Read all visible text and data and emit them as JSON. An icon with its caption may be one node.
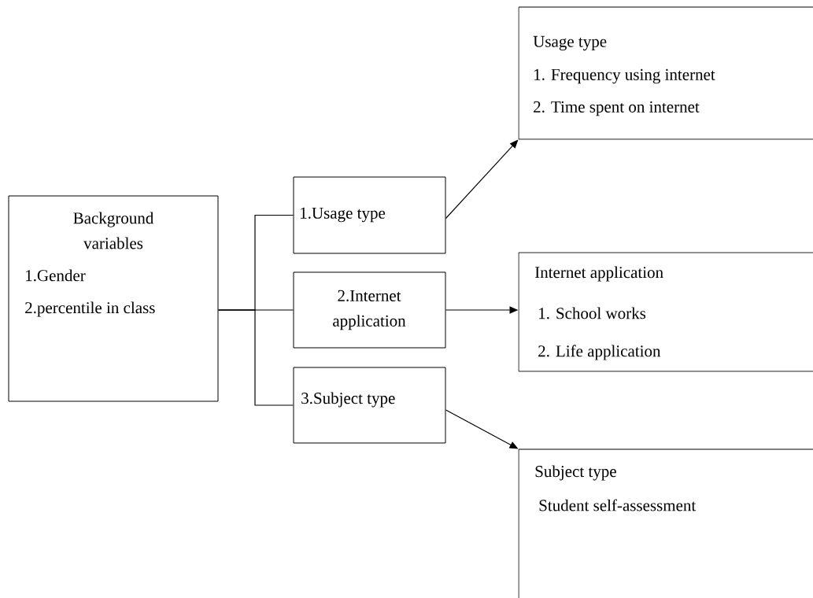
{
  "diagram": {
    "nodes": [
      {
        "text": [
          "Background variables",
          "1.Gender",
          "2.percentile in class"
        ]
      },
      {
        "text": [
          "1.Usage type"
        ]
      },
      {
        "text": [
          "2.Internet application"
        ]
      },
      {
        "text": [
          "3.Subject type"
        ]
      },
      {
        "text": [
          "Usage type",
          "1. Frequency using internet",
          "2. Time spent on internet"
        ]
      },
      {
        "text": [
          "Internet application",
          "1. School works",
          "2. Life application"
        ]
      },
      {
        "text": [
          "Subject type",
          "Student self-assessment"
        ]
      }
    ],
    "edges": [
      {
        "from": 0,
        "to": 1,
        "arrow": "none"
      },
      {
        "from": 0,
        "to": 2,
        "arrow": "none"
      },
      {
        "from": 0,
        "to": 3,
        "arrow": "none"
      },
      {
        "from": 1,
        "to": 4,
        "arrow": "to"
      },
      {
        "from": 2,
        "to": 5,
        "arrow": "to"
      },
      {
        "from": 3,
        "to": 6,
        "arrow": "to"
      }
    ]
  }
}
